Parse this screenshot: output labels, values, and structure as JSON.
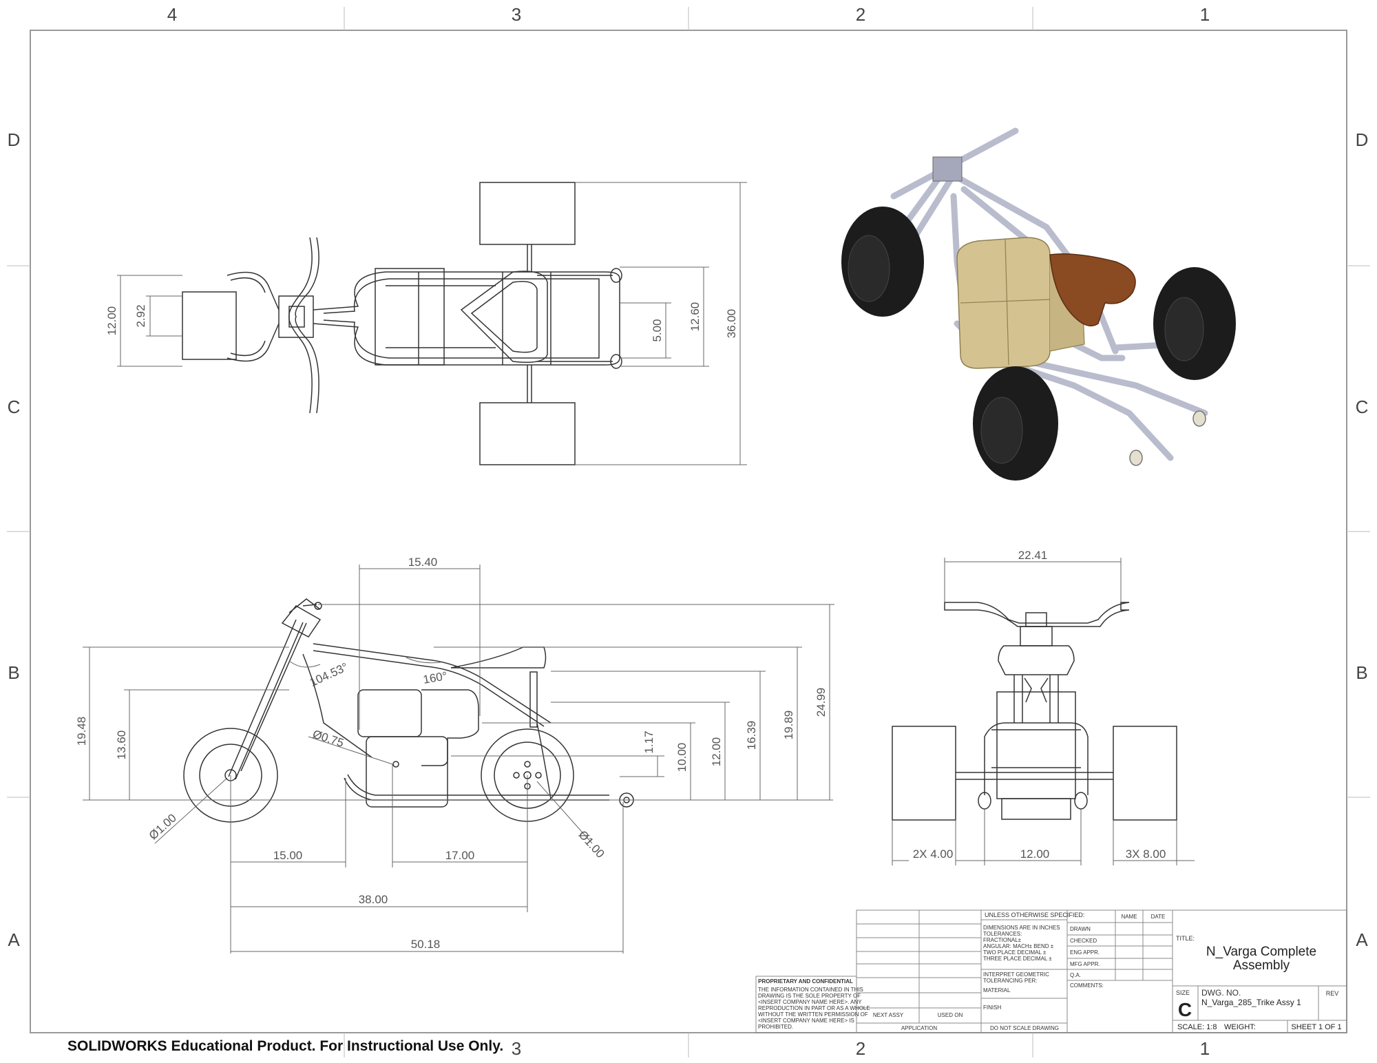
{
  "zones": {
    "columns": [
      "4",
      "3",
      "2",
      "1"
    ],
    "rows": [
      "D",
      "C",
      "B",
      "A"
    ]
  },
  "top_view": {
    "dims": [
      "2.92",
      "12.00",
      "5.00",
      "12.60",
      "36.00"
    ]
  },
  "side_view": {
    "dims": {
      "d15_40": "15.40",
      "d19_48": "19.48",
      "d13_60": "13.60",
      "ang104": "104.53°",
      "ang160": "160°",
      "dia075": "Ø0.75",
      "d1_17": "1.17",
      "d10_00": "10.00",
      "d12_00": "12.00",
      "d16_39": "16.39",
      "d19_89": "19.89",
      "d24_99": "24.99",
      "dia100a": "Ø1.00",
      "dia100b": "Ø1.00",
      "d15_00": "15.00",
      "d17_00": "17.00",
      "d38_00": "38.00",
      "d50_18": "50.18"
    }
  },
  "front_view": {
    "dims": {
      "d22_41": "22.41",
      "d2x4": "2X 4.00",
      "d12": "12.00",
      "d3x8": "3X 8.00"
    }
  },
  "title_block": {
    "proprietary_title": "PROPRIETARY AND CONFIDENTIAL",
    "proprietary_text": [
      "THE INFORMATION CONTAINED IN THIS",
      "DRAWING IS THE SOLE PROPERTY OF",
      "<INSERT COMPANY NAME HERE>.  ANY",
      "REPRODUCTION IN PART OR AS A WHOLE",
      "WITHOUT THE WRITTEN PERMISSION OF",
      "<INSERT COMPANY NAME HERE> IS",
      "PROHIBITED."
    ],
    "next_assy": "NEXT ASSY",
    "used_on": "USED ON",
    "application": "APPLICATION",
    "do_not_scale": "DO NOT SCALE DRAWING",
    "unless": "UNLESS OTHERWISE SPECIFIED:",
    "tolerance_lines": [
      "DIMENSIONS ARE IN INCHES",
      "TOLERANCES:",
      "FRACTIONAL±",
      "ANGULAR: MACH±    BEND ±",
      "TWO PLACE DECIMAL    ±",
      "THREE PLACE DECIMAL  ±"
    ],
    "interpret": [
      "INTERPRET GEOMETRIC",
      "TOLERANCING PER:"
    ],
    "material": "MATERIAL",
    "finish": "FINISH",
    "name": "NAME",
    "date": "DATE",
    "rows": [
      "DRAWN",
      "CHECKED",
      "ENG APPR.",
      "MFG APPR.",
      "Q.A.",
      "COMMENTS:"
    ],
    "title_label": "TITLE:",
    "title_line1": "N_Varga Complete",
    "title_line2": "Assembly",
    "size_label": "SIZE",
    "size": "C",
    "dwg_no_label": "DWG.  NO.",
    "dwg_no": "N_Varga_285_Trike Assy 1",
    "rev": "REV",
    "scale": "SCALE: 1:8",
    "weight": "WEIGHT:",
    "sheet": "SHEET 1 OF 1"
  },
  "watermark": "SOLIDWORKS Educational Product. For Instructional Use Only.",
  "colors": {
    "frame_tube": "#b9bccd",
    "tire": "#1c1c1c",
    "tank": "#d4c391",
    "seat": "#8a4a22"
  }
}
